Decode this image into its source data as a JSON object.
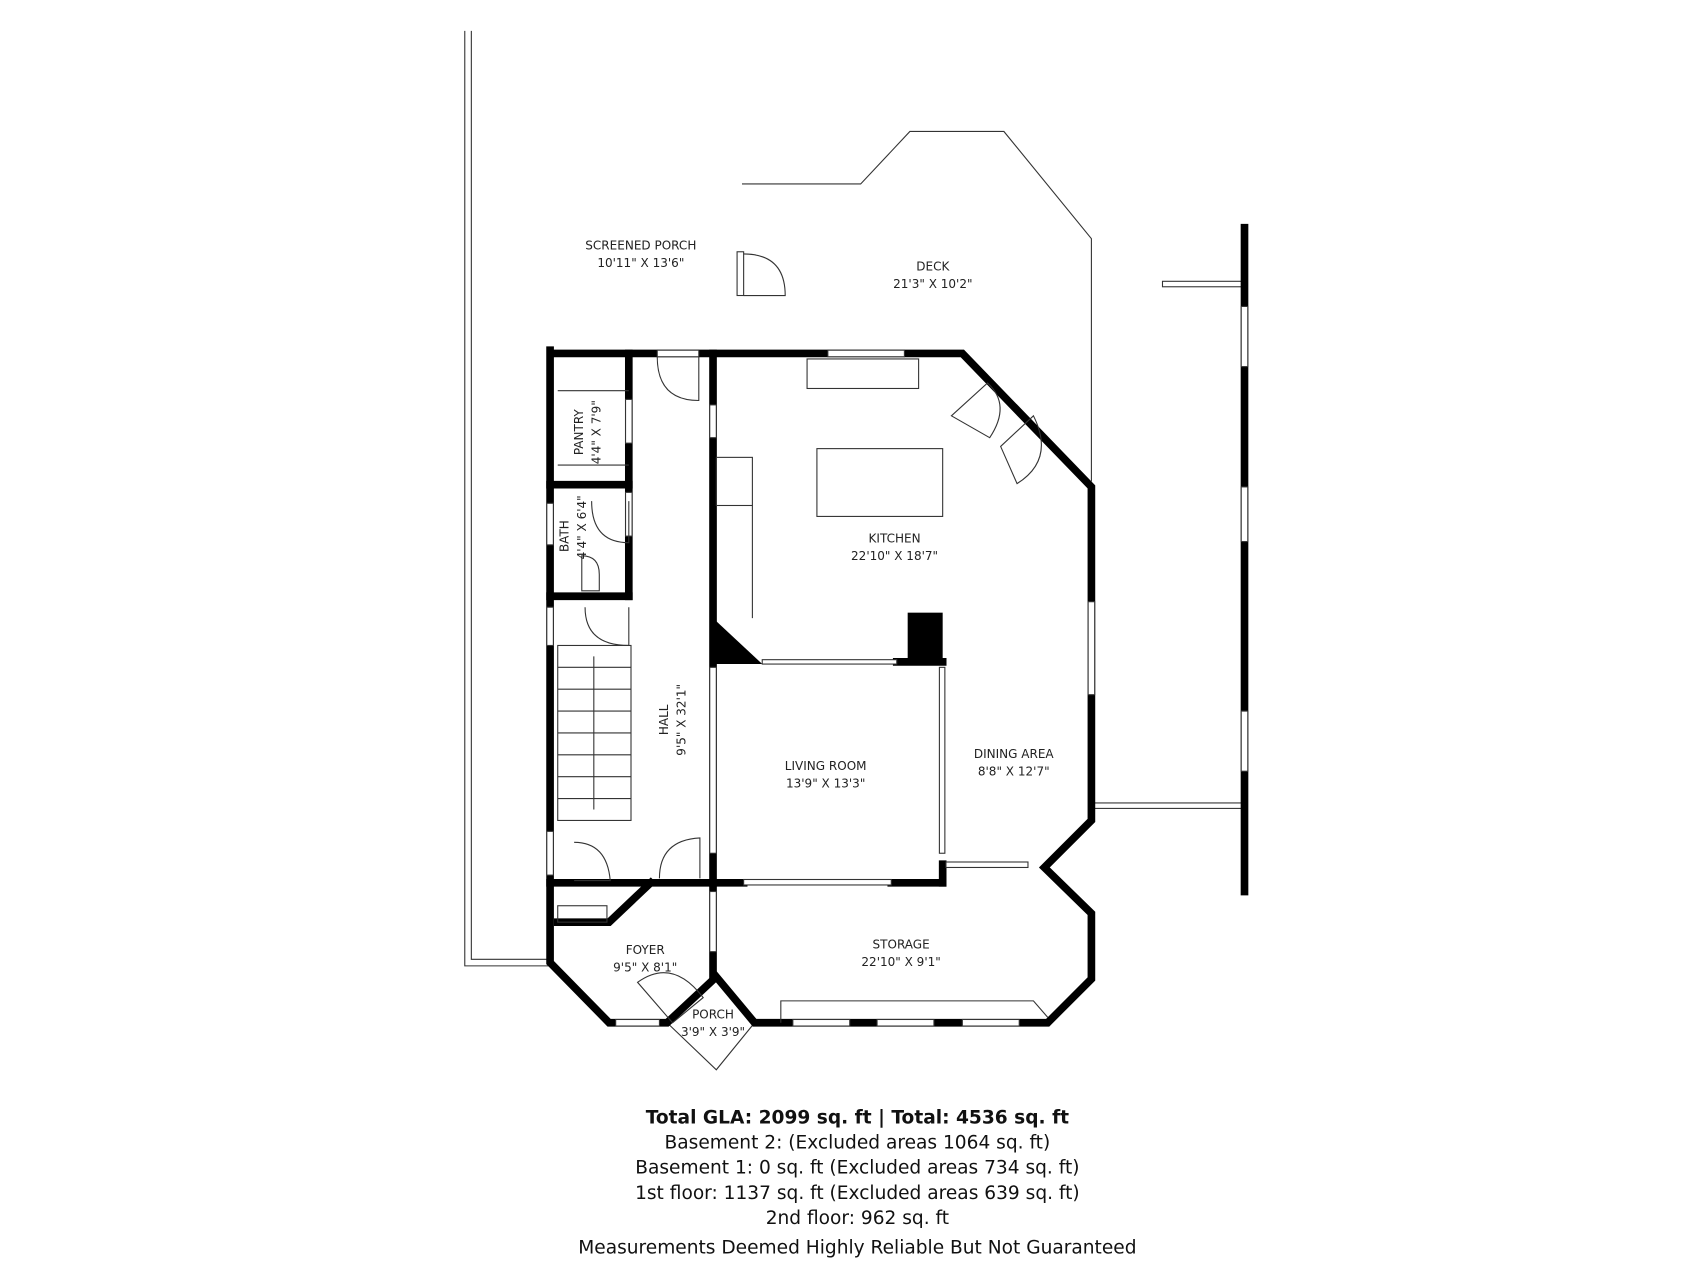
{
  "rooms": {
    "screened_porch": {
      "name": "SCREENED PORCH",
      "size": "10'11\" X 13'6\""
    },
    "deck": {
      "name": "DECK",
      "size": "21'3\" X 10'2\""
    },
    "pantry": {
      "name": "PANTRY",
      "size": "4'4\" X 7'9\""
    },
    "bath": {
      "name": "BATH",
      "size": "4'4\" X 6'4\""
    },
    "kitchen": {
      "name": "KITCHEN",
      "size": "22'10\" X 18'7\""
    },
    "hall": {
      "name": "HALL",
      "size": "9'5\" X 32'1\""
    },
    "living_room": {
      "name": "LIVING ROOM",
      "size": "13'9\" X 13'3\""
    },
    "dining_area": {
      "name": "DINING AREA",
      "size": "8'8\" X 12'7\""
    },
    "foyer": {
      "name": "FOYER",
      "size": "9'5\" X 8'1\""
    },
    "storage": {
      "name": "STORAGE",
      "size": "22'10\" X 9'1\""
    },
    "porch": {
      "name": "PORCH",
      "size": "3'9\" X 3'9\""
    }
  },
  "summary": {
    "total": "Total GLA: 2099 sq. ft | Total: 4536 sq. ft",
    "basement2": "Basement 2: (Excluded areas 1064 sq. ft)",
    "basement1": "Basement 1: 0 sq. ft (Excluded areas 734 sq. ft)",
    "first_floor": "1st floor: 1137 sq. ft (Excluded areas 639 sq. ft)",
    "second_floor": "2nd floor: 962 sq. ft"
  },
  "disclaimer": "Measurements Deemed Highly Reliable But Not Guaranteed"
}
